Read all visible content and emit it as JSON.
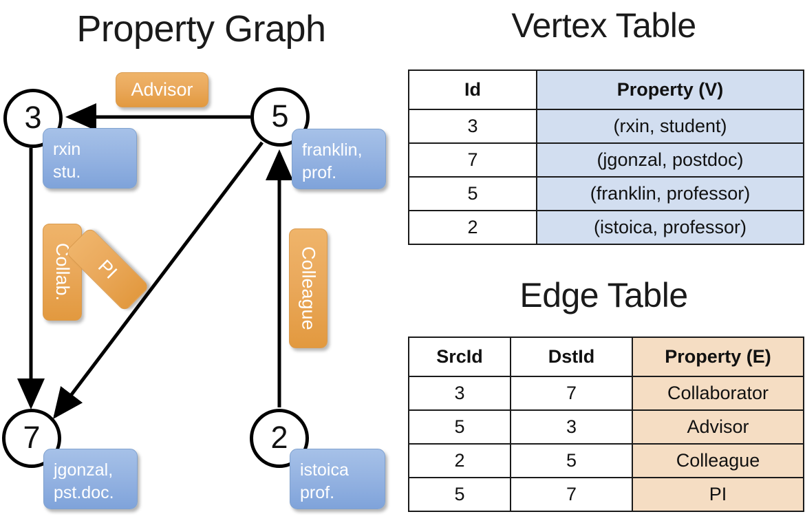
{
  "titles": {
    "property_graph": "Property Graph",
    "vertex_table": "Vertex Table",
    "edge_table": "Edge Table"
  },
  "colors": {
    "vertex_property_fill": "#d2def0",
    "edge_property_fill": "#f5ddc3",
    "node_property_box": "#96b4e2",
    "edge_label_box": "#eaa95c",
    "stroke": "#000000"
  },
  "graph": {
    "nodes": [
      {
        "id": "3",
        "property_label": "rxin\nstu.",
        "line1": "rxin",
        "line2": "stu."
      },
      {
        "id": "5",
        "property_label": "franklin, prof.",
        "line1": "franklin,",
        "line2": "prof."
      },
      {
        "id": "7",
        "property_label": "jgonzal, pst.doc.",
        "line1": "jgonzal,",
        "line2": "pst.doc."
      },
      {
        "id": "2",
        "property_label": "istoica prof.",
        "line1": "istoica",
        "line2": "prof."
      }
    ],
    "edge_labels": [
      {
        "name": "advisor",
        "text": "Advisor",
        "orientation": "horizontal"
      },
      {
        "name": "collab",
        "text": "Collab.",
        "orientation": "vertical"
      },
      {
        "name": "pi",
        "text": "PI",
        "orientation": "diagonal"
      },
      {
        "name": "colleague",
        "text": "Colleague",
        "orientation": "vertical"
      }
    ],
    "edges": [
      {
        "from": "3",
        "to": "7",
        "label": "Collab."
      },
      {
        "from": "5",
        "to": "3",
        "label": "Advisor"
      },
      {
        "from": "2",
        "to": "5",
        "label": "Colleague"
      },
      {
        "from": "5",
        "to": "7",
        "label": "PI"
      }
    ]
  },
  "vertex_table": {
    "headers": [
      "Id",
      "Property (V)"
    ],
    "rows": [
      {
        "id": "3",
        "property": "(rxin, student)"
      },
      {
        "id": "7",
        "property": "(jgonzal, postdoc)"
      },
      {
        "id": "5",
        "property": "(franklin, professor)"
      },
      {
        "id": "2",
        "property": "(istoica, professor)"
      }
    ]
  },
  "edge_table": {
    "headers": [
      "SrcId",
      "DstId",
      "Property (E)"
    ],
    "rows": [
      {
        "src": "3",
        "dst": "7",
        "property": "Collaborator"
      },
      {
        "src": "5",
        "dst": "3",
        "property": "Advisor"
      },
      {
        "src": "2",
        "dst": "5",
        "property": "Colleague"
      },
      {
        "src": "5",
        "dst": "7",
        "property": "PI"
      }
    ]
  }
}
